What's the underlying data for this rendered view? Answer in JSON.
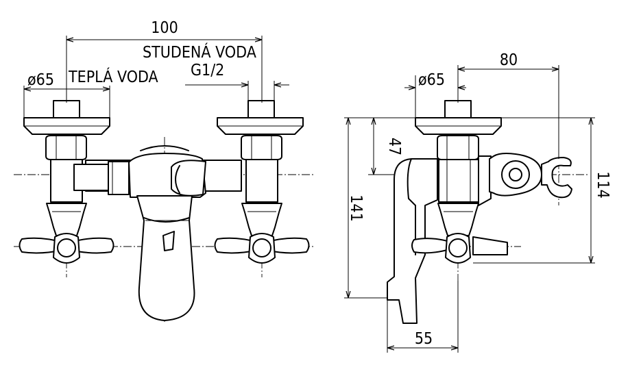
{
  "drawing": {
    "dimensions": {
      "hot_water_dia": "ø65",
      "cold_water_dia": "ø65",
      "center_spacing": "100",
      "thread": "G1/2",
      "holder_offset": "80",
      "height_47": "47",
      "height_141": "141",
      "height_114": "114",
      "projection_55": "55"
    },
    "labels": {
      "hot_water": "TEPLÁ VODA",
      "cold_water": "STUDENÁ VODA"
    }
  }
}
